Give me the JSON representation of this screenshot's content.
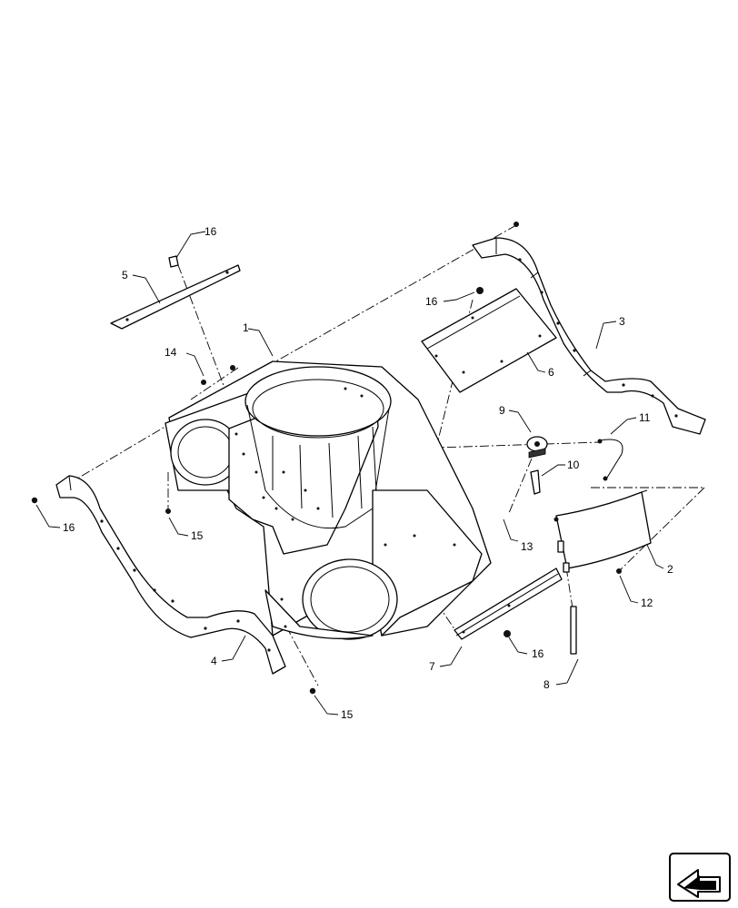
{
  "callouts": {
    "c1": "1",
    "c2": "2",
    "c3": "3",
    "c4": "4",
    "c5": "5",
    "c6": "6",
    "c7": "7",
    "c8": "8",
    "c9": "9",
    "c10": "10",
    "c11": "11",
    "c12": "12",
    "c13": "13",
    "c14": "14",
    "c15a": "15",
    "c15b": "15",
    "c16a": "16",
    "c16b": "16",
    "c16c": "16",
    "c16d": "16"
  },
  "icons": {
    "nav": "next-page-arrow-icon"
  }
}
